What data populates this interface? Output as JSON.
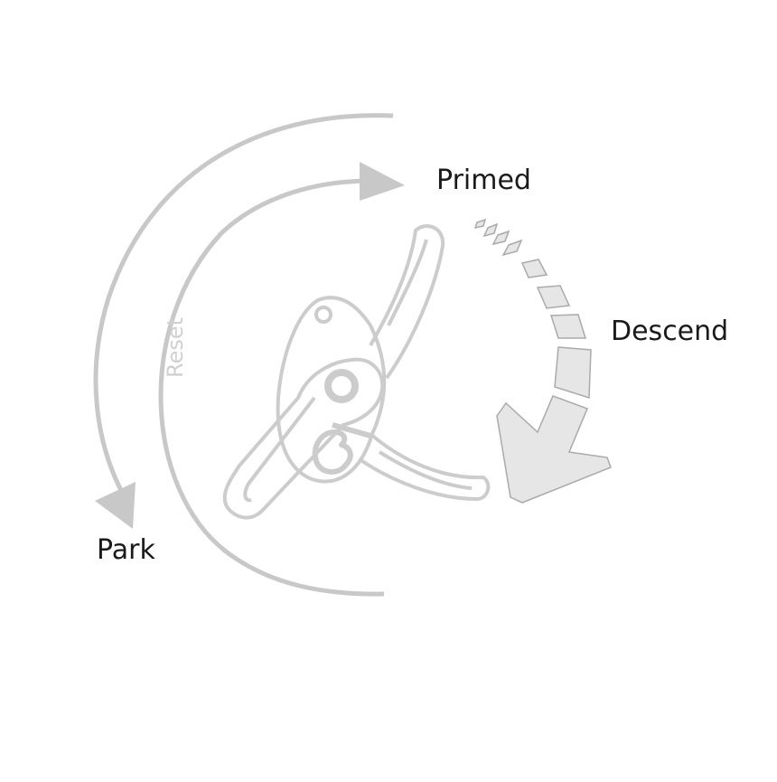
{
  "diagram": {
    "labels": {
      "primed": "Primed",
      "descend": "Descend",
      "park": "Park",
      "reset": "Reset"
    },
    "colors": {
      "arrow_gray": "#c8c8c8",
      "device_outline": "#cccccc",
      "descend_fill": "#e6e6e6",
      "descend_stroke": "#aaaaaa",
      "label_text": "#1a1a1a",
      "reset_text": "#d0d0d0",
      "background": "#ffffff"
    },
    "elements": [
      {
        "name": "outer-arc-park",
        "description": "Large gray arc sweeping counter-clockwise from top toward bottom, arrowhead pointing down to Park"
      },
      {
        "name": "inner-arc-primed",
        "description": "Gray arc with arrowhead pointing right to Primed"
      },
      {
        "name": "reset-arc",
        "description": "Gray arc labeled Reset sweeping to the bottom"
      },
      {
        "name": "descend-arrow",
        "description": "Segmented dashed light-gray arrow curving clockwise down, growing in width, ending in a large arrowhead"
      },
      {
        "name": "belay-device",
        "description": "Outline drawing of a descender/belay device with handle lever"
      }
    ]
  }
}
